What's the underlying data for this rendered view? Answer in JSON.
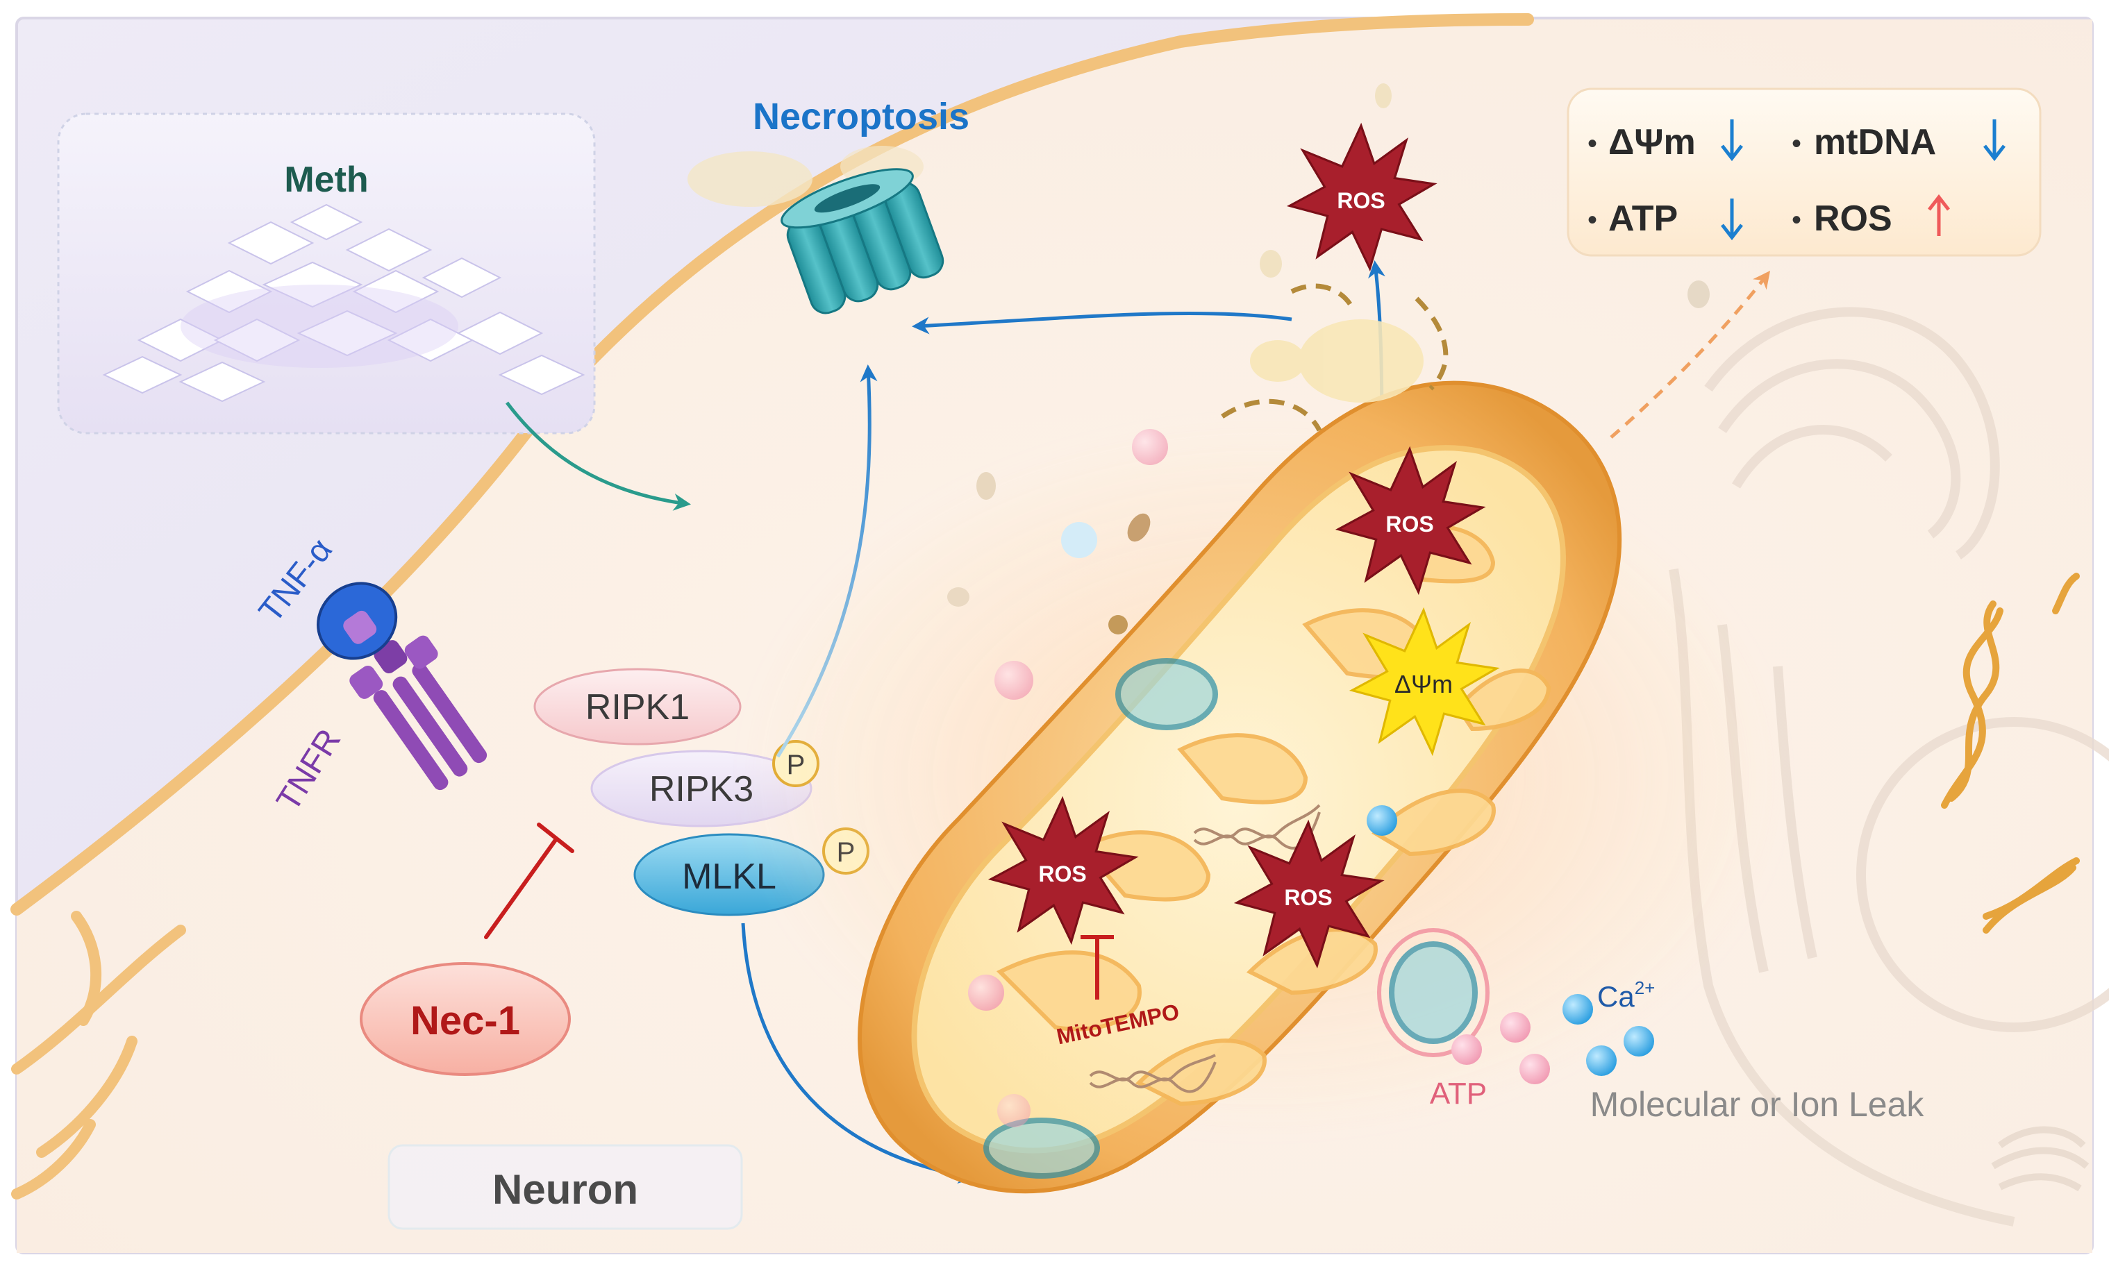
{
  "extracellular": {
    "drug_label": "Meth"
  },
  "necroptosis": {
    "label": "Necroptosis"
  },
  "receptor": {
    "ligand_label": "TNF-α",
    "receptor_label": "TNFR"
  },
  "pathway": {
    "ripk1": "RIPK1",
    "ripk3": "RIPK3",
    "mlkl": "MLKL",
    "phospho": "P",
    "inhibitor": "Nec-1"
  },
  "cell_label": "Neuron",
  "mitochondrion": {
    "ros": "ROS",
    "membrane_potential": "ΔΨm",
    "mitotempo": "MitoTEMPO",
    "ion_label": "Ca",
    "ion_charge": "2+",
    "atp_label": "ATP",
    "leak_label": "Molecular or Ion Leak"
  },
  "summary_box": {
    "items": [
      {
        "label": "ΔΨm",
        "direction": "down"
      },
      {
        "label": "mtDNA",
        "direction": "down"
      },
      {
        "label": "ATP",
        "direction": "down"
      },
      {
        "label": "ROS",
        "direction": "up"
      }
    ],
    "bullet": "•",
    "colors": {
      "down": "#1b7fd0",
      "up": "#ef5a5a"
    }
  },
  "colors": {
    "ros_fill": "#a81f2c",
    "dpsi_fill": "#ffe21a",
    "necroptosis_text": "#1b74c8",
    "meth_text": "#1d5b4f",
    "nec1_text": "#b01818",
    "membrane": "#f2c27c"
  }
}
